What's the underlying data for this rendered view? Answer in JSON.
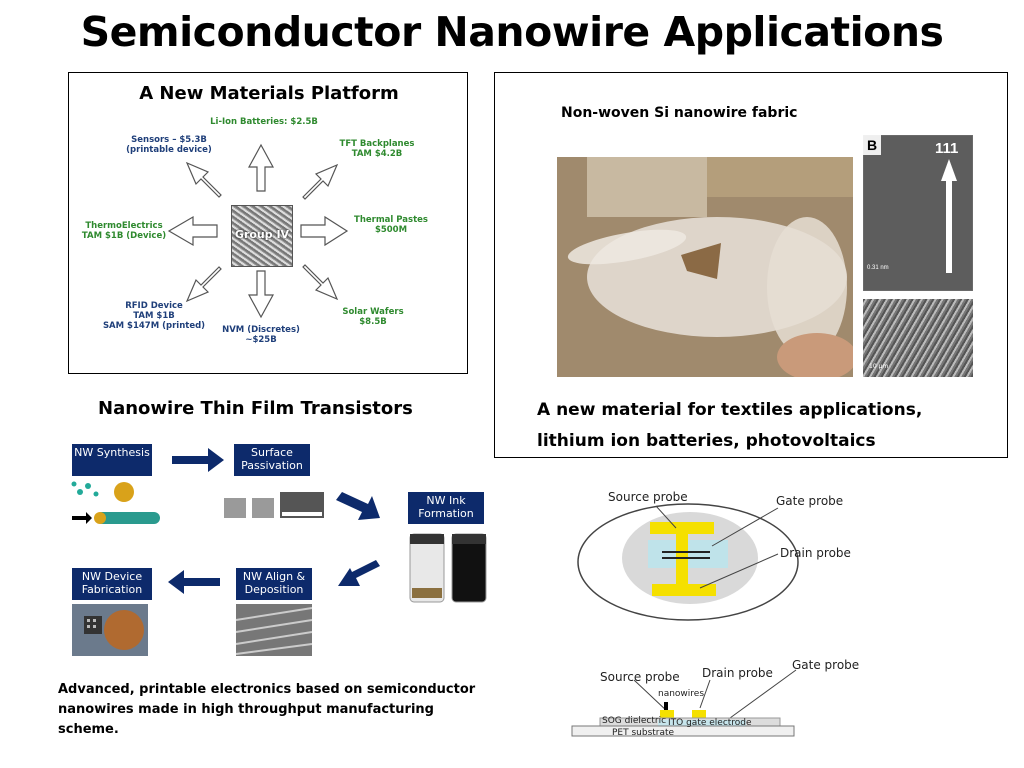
{
  "slide": {
    "title": "Semiconductor Nanowire Applications"
  },
  "panel_a": {
    "heading": "A New Materials Platform",
    "center_label": "Group IV",
    "markets": {
      "liion": "Li-Ion Batteries: $2.5B",
      "sensors_1": "Sensors – $5.3B",
      "sensors_2": "(printable device)",
      "tft_1": "TFT Backplanes",
      "tft_2": "TAM $4.2B",
      "thermo_1": "ThermoElectrics",
      "thermo_2": "TAM $1B (Device)",
      "pastes_1": "Thermal Pastes",
      "pastes_2": "$500M",
      "rfid_1": "RFID Device",
      "rfid_2": "TAM $1B",
      "rfid_3": "SAM $147M (printed)",
      "nvm_1": "NVM (Discretes)",
      "nvm_2": "~$25B",
      "solar_1": "Solar Wafers",
      "solar_2": "$8.5B"
    }
  },
  "panel_b": {
    "heading": "Non-woven Si nanowire fabric",
    "tem_letter": "B",
    "tem_label": "111",
    "tem_scale": "0.31 nm",
    "sem_scale": "10 µm",
    "caption_line1": "A new material for textiles applications,",
    "caption_line2": "lithium ion batteries, photovoltaics"
  },
  "panel_c": {
    "heading": "Nanowire Thin Film Transistors",
    "steps": {
      "synthesis": "NW Synthesis",
      "passivation": "Surface Passivation",
      "ink": "NW Ink Formation",
      "align": "NW Align & Deposition",
      "device": "NW Device Fabrication"
    },
    "caption": "Advanced, printable electronics based on semiconductor nanowires made in high throughput manufacturing scheme."
  },
  "probes": {
    "source": "Source probe",
    "gate": "Gate probe",
    "drain": "Drain probe",
    "nanowires": "nanowires",
    "sog": "SOG dielectric",
    "ito": "ITO gate electrode",
    "pet": "PET substrate"
  }
}
